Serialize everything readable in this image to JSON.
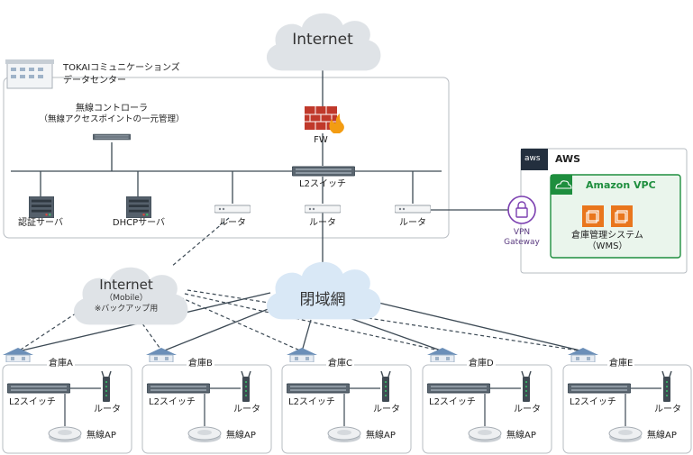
{
  "clouds": {
    "top": "Internet",
    "mobile_title": "Internet",
    "mobile_sub": "（Mobile）",
    "mobile_note": "※バックアップ用",
    "closed": "閉域網"
  },
  "datacenter": {
    "name_line1": "TOKAIコミュニケーションズ",
    "name_line2": "データセンター",
    "controller_line1": "無線コントローラ",
    "controller_line2": "（無線アクセスポイントの一元管理）",
    "fw": "FW",
    "switch": "L2スイッチ",
    "auth_server": "認証サーバ",
    "dhcp_server": "DHCPサーバ",
    "routers": [
      "ルータ",
      "ルータ",
      "ルータ"
    ]
  },
  "vpn": {
    "line1": "VPN",
    "line2": "Gateway"
  },
  "aws": {
    "badge": "aws",
    "title": "AWS",
    "vpc": "Amazon VPC",
    "wms_line1": "倉庫管理システム",
    "wms_line2": "（WMS）"
  },
  "warehouses": [
    {
      "name": "倉庫A",
      "switch": "L2スイッチ",
      "router": "ルータ",
      "ap": "無線AP"
    },
    {
      "name": "倉庫B",
      "switch": "L2スイッチ",
      "router": "ルータ",
      "ap": "無線AP"
    },
    {
      "name": "倉庫C",
      "switch": "L2スイッチ",
      "router": "ルータ",
      "ap": "無線AP"
    },
    {
      "name": "倉庫D",
      "switch": "L2スイッチ",
      "router": "ルータ",
      "ap": "無線AP"
    },
    {
      "name": "倉庫E",
      "switch": "L2スイッチ",
      "router": "ルータ",
      "ap": "無線AP"
    }
  ],
  "colors": {
    "line": "#3d4a55",
    "cloud": "#dfe3e7",
    "closed_cloud": "#d9e8f6",
    "aws_dark": "#232f3e",
    "vpc_green": "#1e8e3e",
    "vpc_fill": "#eaf5ec",
    "ec2_orange": "#e9761d",
    "vpn_purple": "#7b3fb0",
    "fw_red": "#c0392b",
    "flame": "#f39c12",
    "panel_border": "#b7bcc2",
    "roof": "#6b8fb8"
  }
}
